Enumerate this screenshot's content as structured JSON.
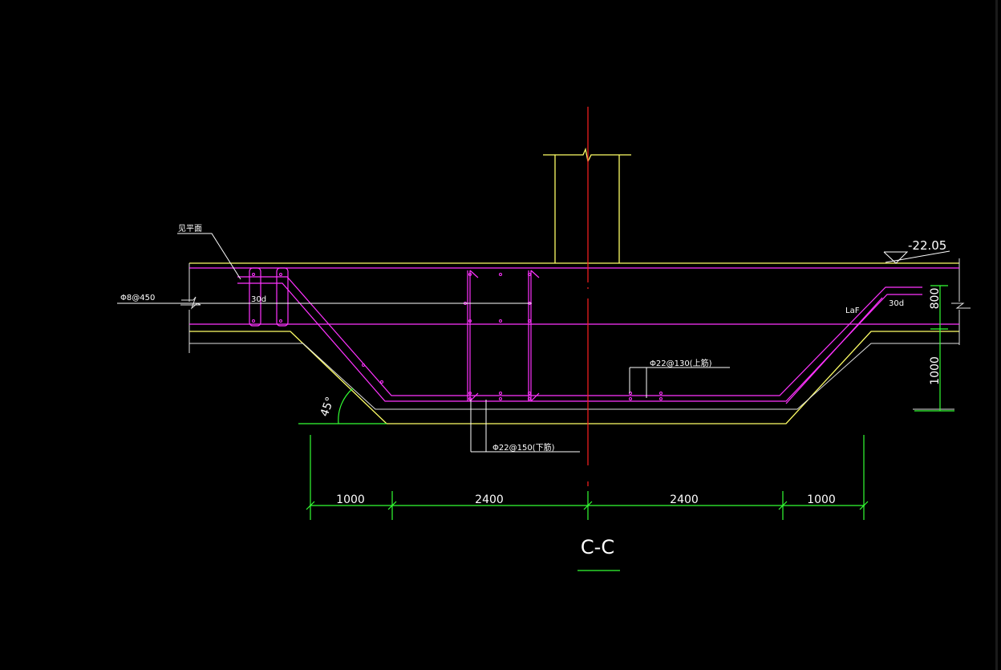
{
  "colors": {
    "background": "#000000",
    "concrete": "#ffff66",
    "rebar": "#ff33ff",
    "centerline": "#ff2020",
    "dimension": "#33ff33",
    "text": "#ffffff"
  },
  "annotations": {
    "plan_note": "见平面",
    "stirrup": "Φ8@450",
    "anchor_left": "30d",
    "anchor_right": "30d",
    "laf": "LaF",
    "top_bar": "Φ22@130(上筋)",
    "bottom_bar": "Φ22@150(下筋)",
    "elevation": "-22.05",
    "angle": "45°"
  },
  "dimensions": {
    "horizontal": [
      "1000",
      "2400",
      "2400",
      "1000"
    ],
    "vertical": [
      "800",
      "1000"
    ]
  },
  "section_label": "C-C"
}
